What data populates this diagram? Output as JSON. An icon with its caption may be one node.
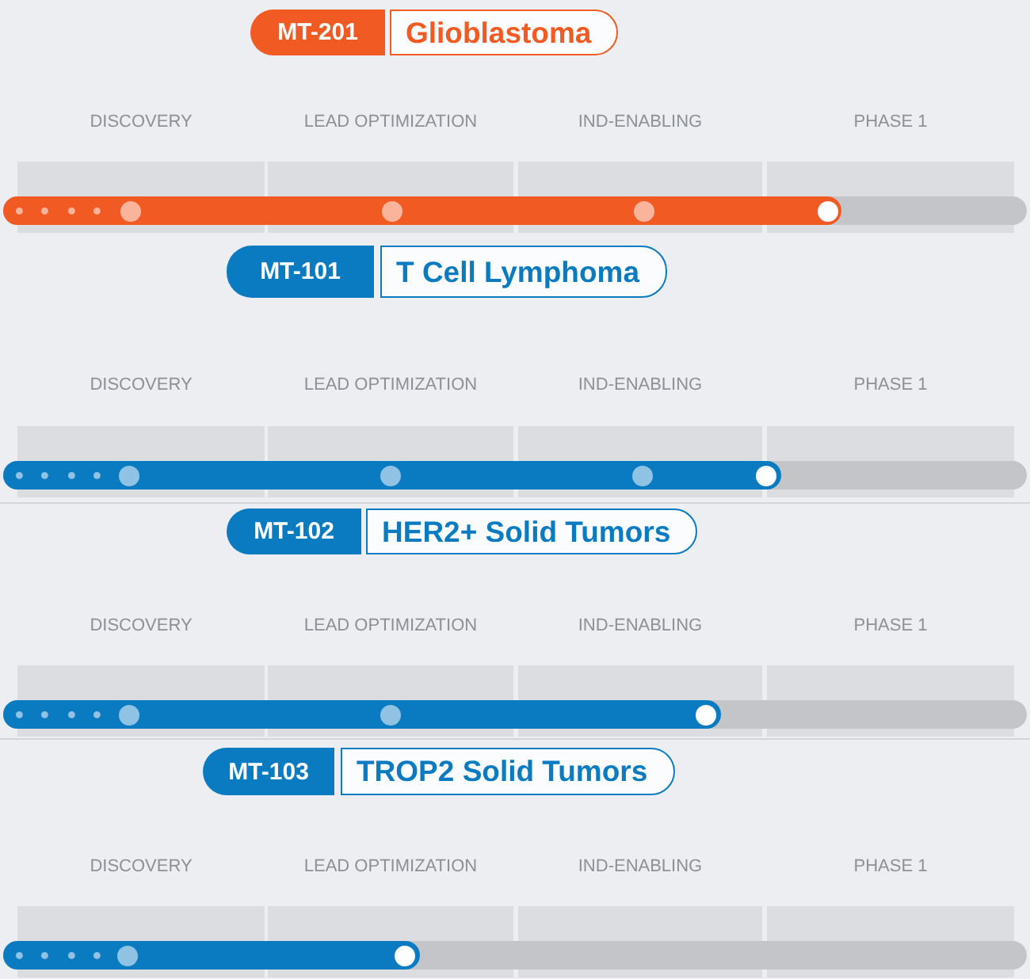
{
  "diagram": {
    "nodes": [
      {
        "text": [
          "MT-201"
        ]
      },
      {
        "text": [
          "Glioblastoma"
        ]
      },
      {
        "text": [
          "MT-101"
        ]
      },
      {
        "text": [
          "T Cell Lymphoma"
        ]
      },
      {
        "text": [
          "MT-102"
        ]
      },
      {
        "text": [
          "HER2+ Solid Tumors"
        ]
      },
      {
        "text": [
          "MT-103"
        ]
      },
      {
        "text": [
          "TROP2 Solid Tumors"
        ]
      }
    ],
    "labels": [
      "DISCOVERY",
      "LEAD OPTIMIZATION",
      "IND-ENABLING",
      "PHASE 1",
      "DISCOVERY",
      "LEAD OPTIMIZATION",
      "IND-ENABLING",
      "PHASE 1",
      "DISCOVERY",
      "LEAD OPTIMIZATION",
      "IND-ENABLING",
      "PHASE 1",
      "DISCOVERY",
      "LEAD OPTIMIZATION",
      "IND-ENABLING",
      "PHASE 1"
    ]
  }
}
